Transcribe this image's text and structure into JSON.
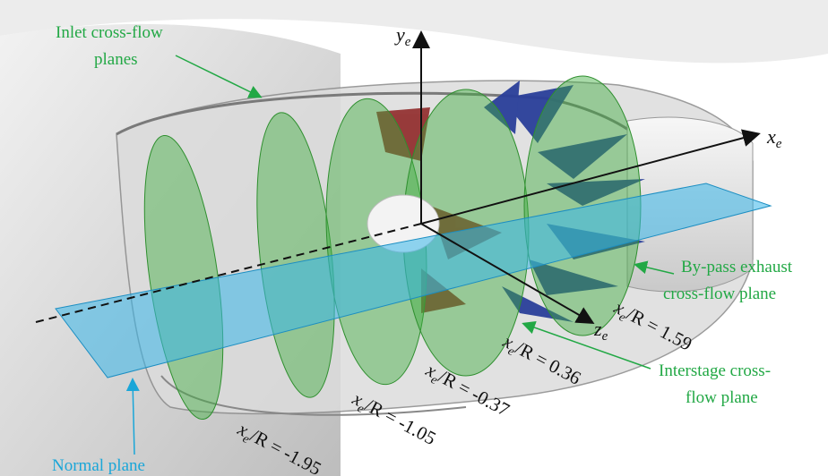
{
  "labels": {
    "inlet_line1": "Inlet cross-flow",
    "inlet_line2": "planes",
    "bypass_line1": "By-pass exhaust",
    "bypass_line2": "cross-flow plane",
    "interstage_line1": "Interstage cross-",
    "interstage_line2": "flow plane",
    "normal": "Normal plane"
  },
  "axes": {
    "y": "y",
    "y_sub": "e",
    "x": "x",
    "x_sub": "e",
    "z": "z",
    "z_sub": "e"
  },
  "positions": [
    {
      "text": "x",
      "sub": "e",
      "rest": "/R = 1.59"
    },
    {
      "text": "x",
      "sub": "e",
      "rest": "/R = 0.36"
    },
    {
      "text": "x",
      "sub": "e",
      "rest": "/R = -0.37"
    },
    {
      "text": "x",
      "sub": "e",
      "rest": "/R = -1.05"
    },
    {
      "text": "x",
      "sub": "e",
      "rest": "/R = -1.95"
    }
  ],
  "colors": {
    "green_label": "#22a845",
    "blue_label": "#1aa6d8",
    "cross_plane": "#3fae3f",
    "normal_plane": "#39b7ea",
    "fan_blades": "#2a3f9a",
    "rotor_blades": "#8b1e1e"
  }
}
